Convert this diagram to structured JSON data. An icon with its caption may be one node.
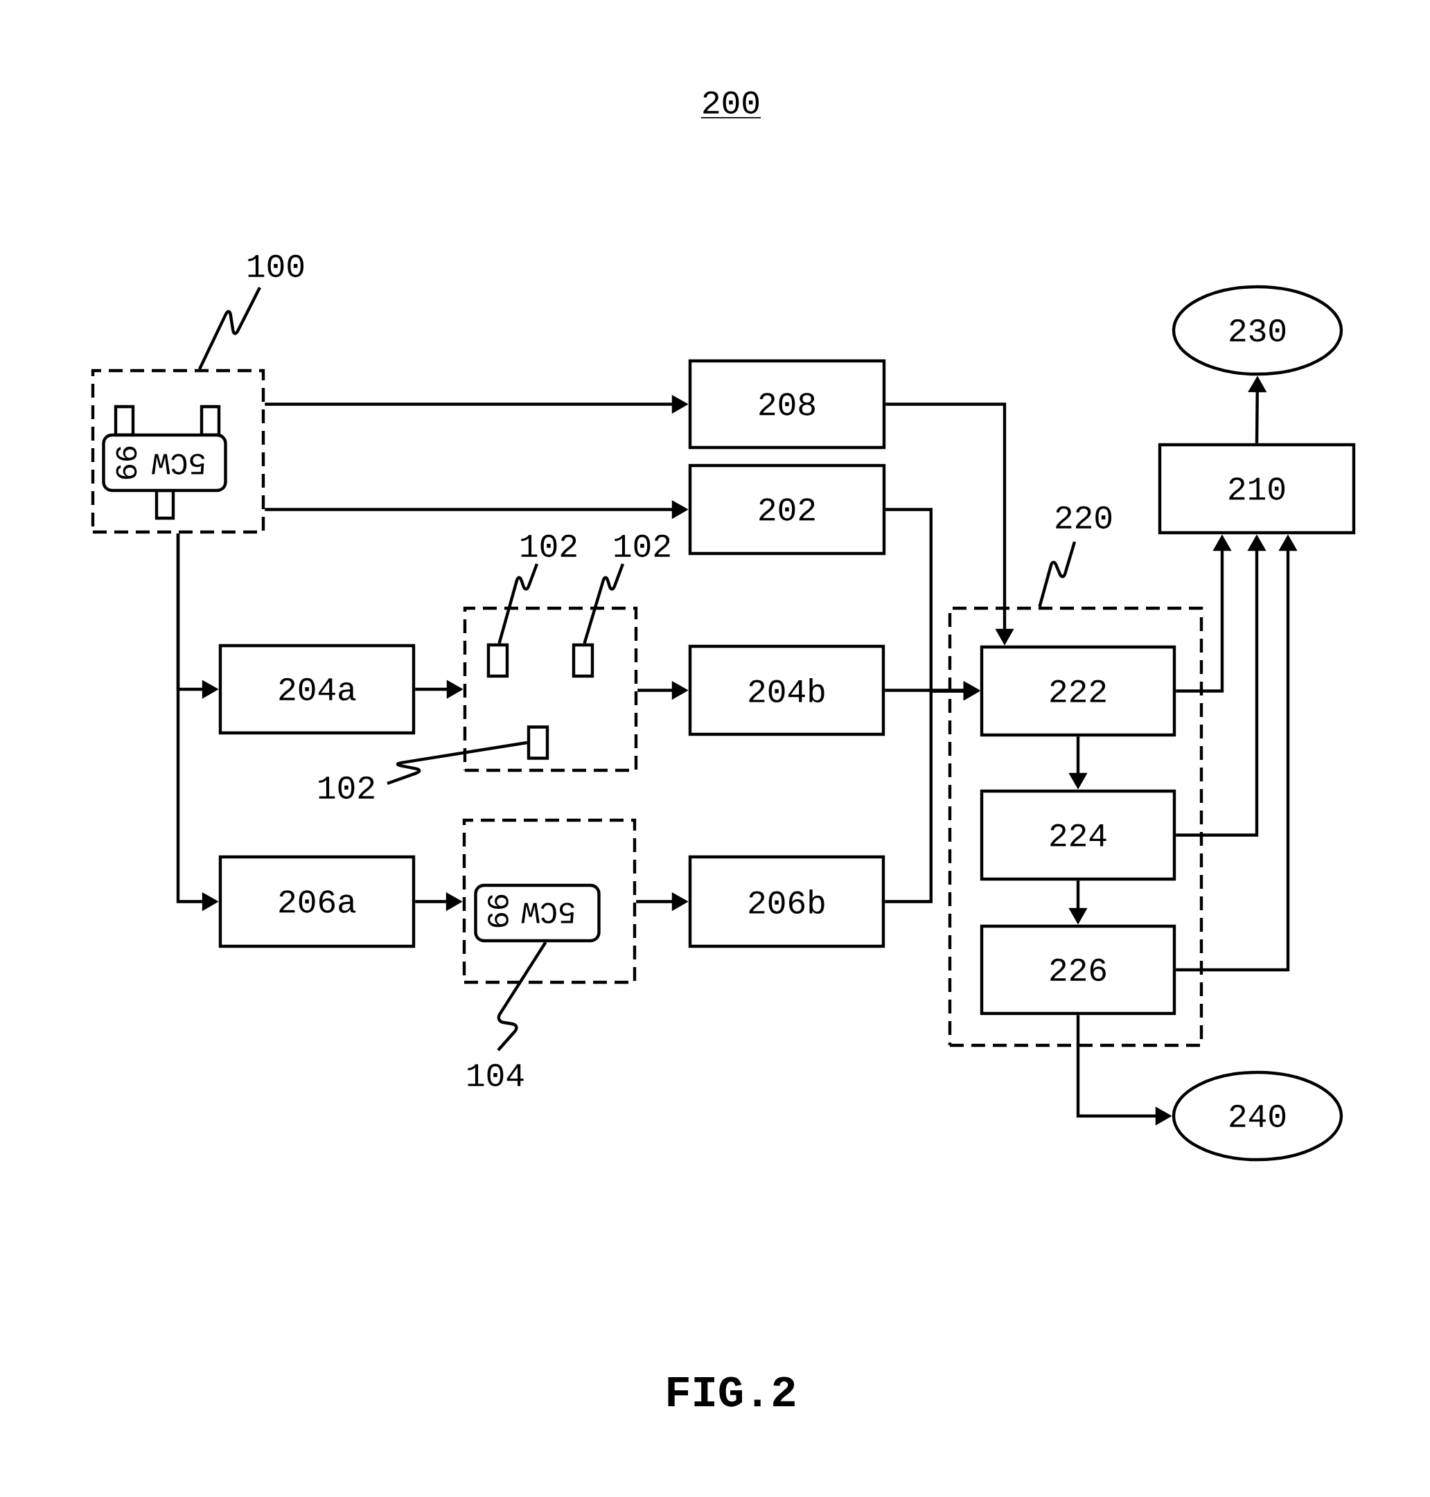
{
  "diagram": {
    "title": "200",
    "caption": "FIG.2",
    "nodes": [
      {
        "text": [
          "100"
        ]
      },
      {
        "text": [],
        "shape": "box"
      },
      {
        "text": [
          "5CW",
          "99"
        ],
        "in": 1
      },
      {
        "text": [
          "230"
        ]
      },
      {
        "text": [
          "208"
        ]
      },
      {
        "text": [
          "210"
        ]
      },
      {
        "text": [
          "202"
        ]
      },
      {
        "text": [
          "220"
        ]
      },
      {
        "text": [
          "102"
        ]
      },
      {
        "text": [
          "102"
        ]
      },
      {
        "text": [],
        "shape": "box"
      },
      {
        "text": [],
        "shape": "box",
        "in": 10
      },
      {
        "text": [],
        "shape": "box",
        "in": 10
      },
      {
        "text": [],
        "shape": "box",
        "in": 10
      },
      {
        "text": [],
        "shape": "box"
      },
      {
        "text": [
          "222"
        ],
        "in": 14
      },
      {
        "text": [
          "224"
        ],
        "in": 14
      },
      {
        "text": [
          "226"
        ],
        "in": 14
      },
      {
        "text": [
          "204a"
        ]
      },
      {
        "text": [
          "204b"
        ]
      },
      {
        "text": [
          "102"
        ]
      },
      {
        "text": [
          "206a"
        ]
      },
      {
        "text": [],
        "shape": "box"
      },
      {
        "text": [
          "5CW",
          "99"
        ],
        "in": 22
      },
      {
        "text": [
          "206b"
        ]
      },
      {
        "text": [
          "104"
        ]
      },
      {
        "text": [
          "240"
        ]
      }
    ],
    "edges": [
      {
        "from": 0,
        "to": 1,
        "arrow": "none"
      },
      {
        "from": 1,
        "to": 4,
        "arrow": "to"
      },
      {
        "from": 1,
        "to": 6,
        "arrow": "to"
      },
      {
        "from": 1,
        "to": 18,
        "arrow": "to"
      },
      {
        "from": 1,
        "to": 21,
        "arrow": "to"
      },
      {
        "from": 18,
        "to": 10,
        "arrow": "to"
      },
      {
        "from": 10,
        "to": 19,
        "arrow": "to"
      },
      {
        "from": 21,
        "to": 22,
        "arrow": "to"
      },
      {
        "from": 22,
        "to": 24,
        "arrow": "to"
      },
      {
        "from": 4,
        "to": 15,
        "arrow": "to"
      },
      {
        "from": 19,
        "to": 15,
        "arrow": "to"
      },
      {
        "from": 6,
        "to": 15,
        "arrow": "to"
      },
      {
        "from": 24,
        "to": 15,
        "arrow": "to"
      },
      {
        "from": 15,
        "to": 16,
        "arrow": "to"
      },
      {
        "from": 16,
        "to": 17,
        "arrow": "to"
      },
      {
        "from": 15,
        "to": 5,
        "arrow": "to"
      },
      {
        "from": 16,
        "to": 5,
        "arrow": "to"
      },
      {
        "from": 17,
        "to": 5,
        "arrow": "to"
      },
      {
        "from": 5,
        "to": 3,
        "arrow": "to"
      },
      {
        "from": 17,
        "to": 26,
        "arrow": "to"
      },
      {
        "from": 7,
        "to": 14,
        "arrow": "none"
      },
      {
        "from": 8,
        "to": 11,
        "arrow": "none"
      },
      {
        "from": 9,
        "to": 12,
        "arrow": "none"
      },
      {
        "from": 20,
        "to": 13,
        "arrow": "none"
      },
      {
        "from": 25,
        "to": 23,
        "arrow": "none"
      }
    ]
  }
}
